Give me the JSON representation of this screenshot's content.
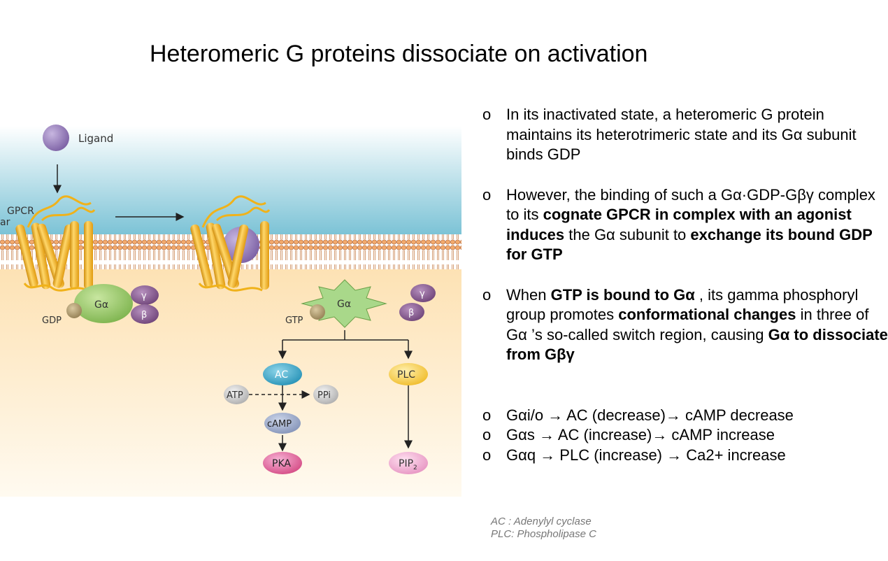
{
  "title": "Heteromeric G proteins dissociate on activation",
  "diagram": {
    "ligand": "Ligand",
    "gpcr": "GPCR",
    "extracellular_fragment": "ar",
    "g_alpha": "Gα",
    "gamma": "γ",
    "beta": "β",
    "gdp": "GDP",
    "gtp": "GTP",
    "ac": "AC",
    "plc": "PLC",
    "atp": "ATP",
    "ppi": "PPi",
    "camp": "cAMP",
    "pka": "PKA",
    "pip": "PIP",
    "pip_sub": "2",
    "colors": {
      "extracellular": "#7cc3d6",
      "cytoplasm": "#fde6bd",
      "receptor": "#f6b928",
      "ligand": "#9077b5",
      "g_alpha": "#93c45f",
      "beta_gamma": "#7a5182",
      "ac": "#2a9fc4",
      "plc": "#f3c63a",
      "pka": "#e05b9f",
      "pip2": "#f0a8cf"
    }
  },
  "bullets": [
    {
      "segments": [
        {
          "text": "In its inactivated state, a heteromeric G protein maintains its heterotrimeric state and its Gα subunit binds GDP",
          "bold": false
        }
      ]
    },
    {
      "segments": [
        {
          "text": "However, the binding of such a Gα·GDP-Gβγ complex to its ",
          "bold": false
        },
        {
          "text": "cognate GPCR in complex with an agonist induces",
          "bold": true
        },
        {
          "text": " the Gα subunit to ",
          "bold": false
        },
        {
          "text": "exchange its bound GDP for GTP",
          "bold": true
        }
      ]
    },
    {
      "segments": [
        {
          "text": "When ",
          "bold": false
        },
        {
          "text": "GTP is bound to Gα",
          "bold": true
        },
        {
          "text": " , its gamma phosphoryl group promotes ",
          "bold": false
        },
        {
          "text": "conformational changes",
          "bold": true
        },
        {
          "text": " in three of Gα ’s so-called switch region, causing ",
          "bold": false
        },
        {
          "text": "Gα to dissociate from Gβγ",
          "bold": true
        }
      ]
    },
    {
      "segments": [
        {
          "text": "Gαi/o → AC (decrease)→ cAMP decrease",
          "bold": false
        }
      ]
    },
    {
      "segments": [
        {
          "text": "Gαs → AC (increase)→ cAMP increase",
          "bold": false
        }
      ]
    },
    {
      "segments": [
        {
          "text": "Gαq → PLC (increase) → Ca2+ increase",
          "bold": false
        }
      ]
    }
  ],
  "bullet_mark": "o",
  "footnotes": [
    "AC : Adenylyl cyclase",
    "PLC: Phospholipase C"
  ]
}
